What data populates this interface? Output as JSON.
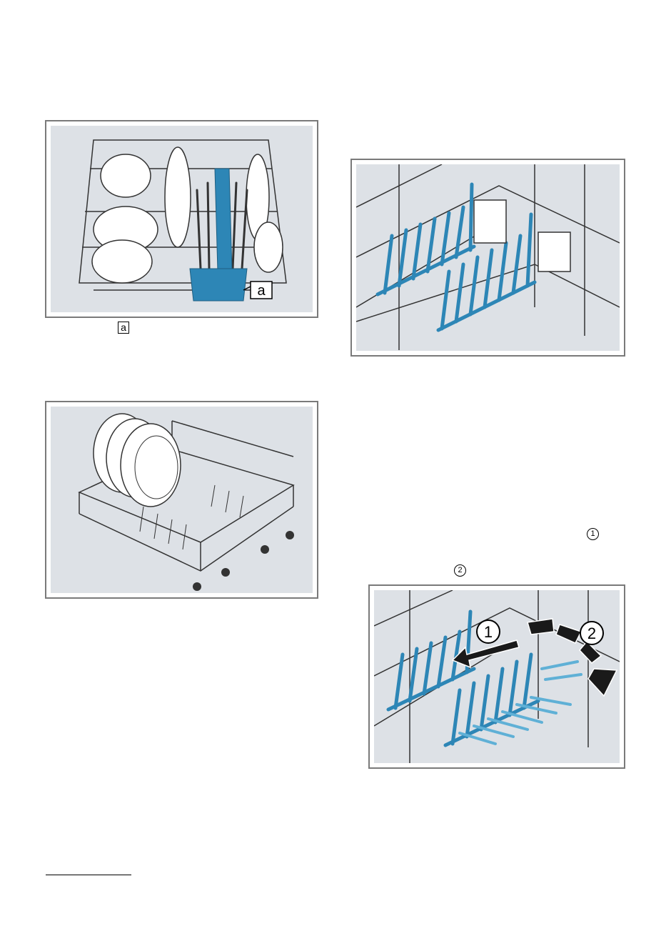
{
  "figure1": {
    "callout_label": "a"
  },
  "caption_marker": "a",
  "figure4": {
    "step1_label": "1",
    "step2_label": "2"
  },
  "step_markers": {
    "one": "1",
    "two": "2"
  },
  "colors": {
    "accent_blue": "#2d86b6",
    "light_blue": "#5fb0d6",
    "panel_bg": "#dde1e6",
    "border": "#7a7a7a"
  }
}
